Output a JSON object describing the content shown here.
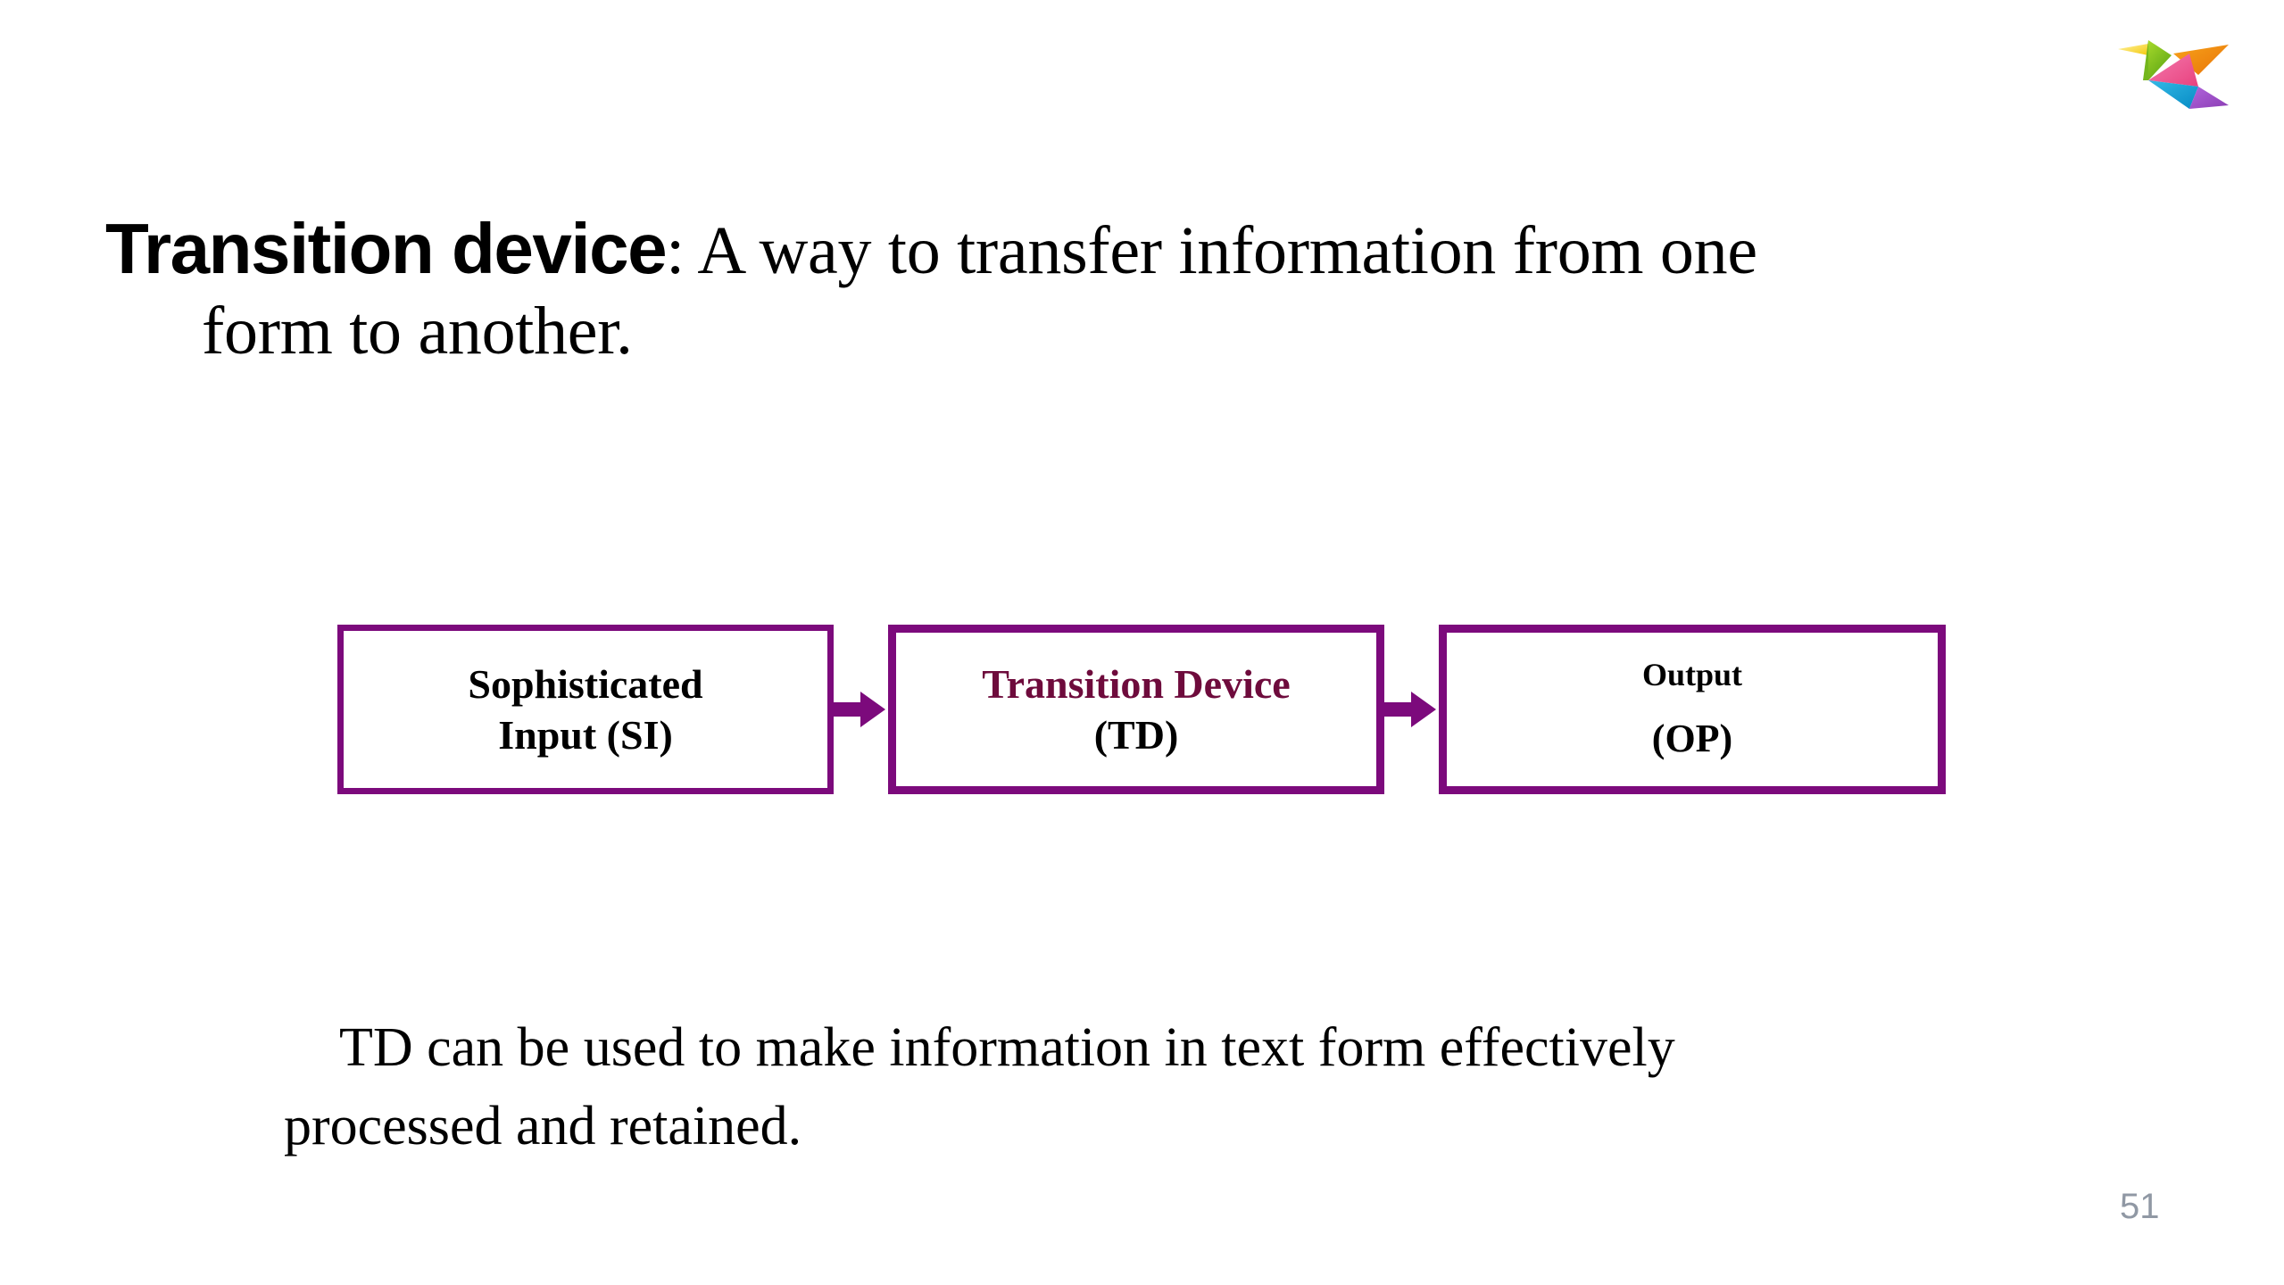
{
  "slide": {
    "page_number": "51",
    "logo": {
      "name": "origami-bird-logo",
      "colors": {
        "beak": "#F6D311",
        "head": "#76BC21",
        "wing": "#F08A11",
        "body": "#ED5A92",
        "tail_lower": "#1AA3D8",
        "tail_tip": "#9B4FC4"
      }
    },
    "title": {
      "strong": "Transition device",
      "rest_line1": ": A way to transfer information from one",
      "line2": "form to another."
    },
    "diagram": {
      "border_color": "#7C0A7C",
      "accent_text_color": "#6E0B3C",
      "arrow_color": "#7C0A7C",
      "boxes": [
        {
          "name": "sophisticated-input",
          "line1": "Sophisticated",
          "line2": "Input (SI)"
        },
        {
          "name": "transition-device",
          "line1": "Transition Device",
          "line2": "(TD)"
        },
        {
          "name": "output",
          "line1": "Output",
          "line2": "(OP)"
        }
      ],
      "arrows": [
        {
          "name": "arrow-input-to-device"
        },
        {
          "name": "arrow-device-to-output"
        }
      ]
    },
    "body": {
      "line1": "TD can be used to make information in text form effectively",
      "line2": "processed and retained."
    }
  }
}
